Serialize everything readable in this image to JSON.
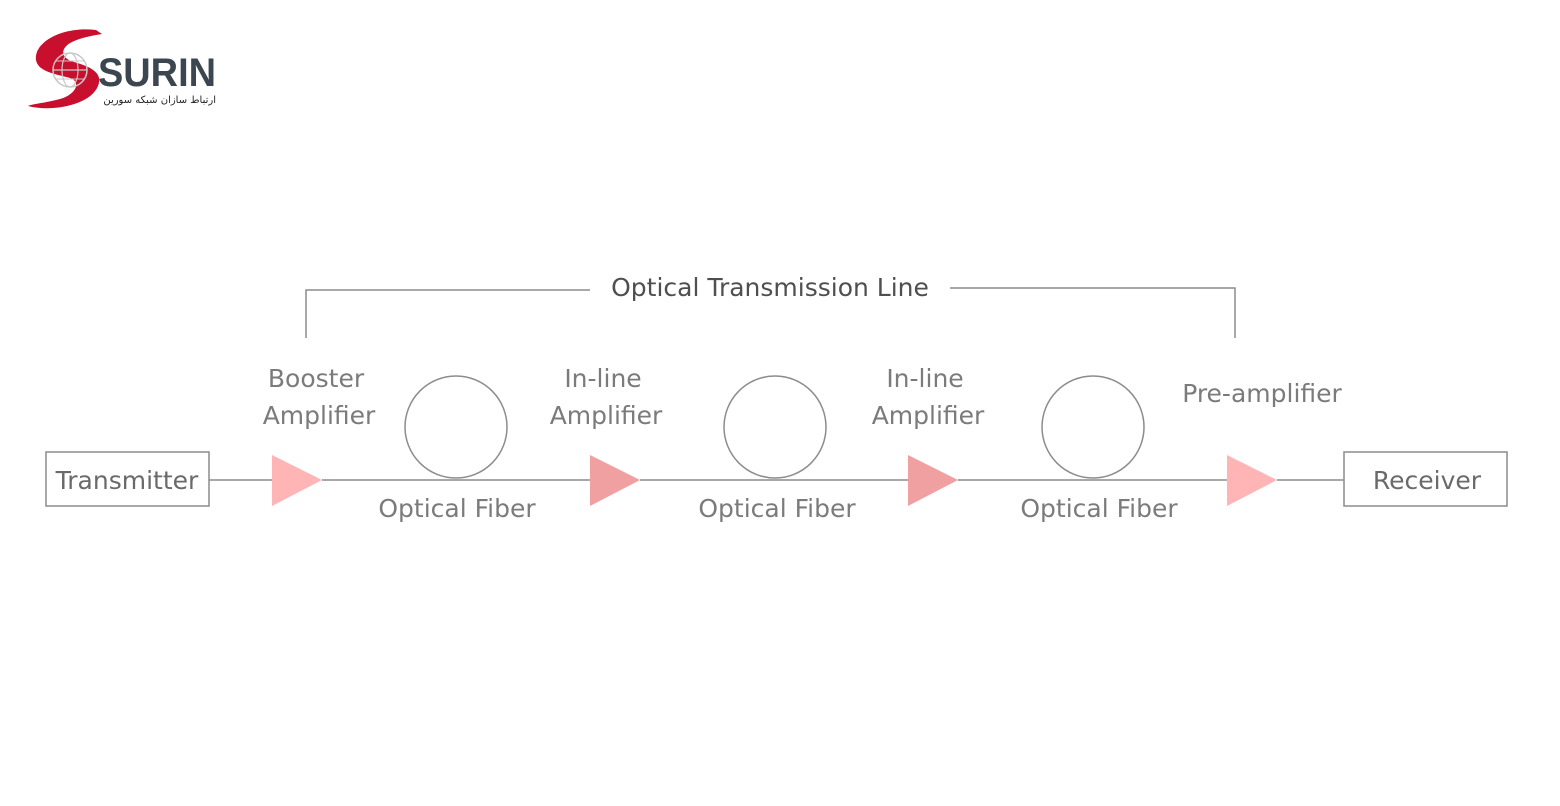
{
  "logo": {
    "brand_name": "SURIN",
    "tagline": "ارتباط سازان شبکه سورین"
  },
  "diagram": {
    "title": "Optical Transmission Line",
    "transmitter": "Transmitter",
    "receiver": "Receiver",
    "amplifiers": [
      {
        "line1": "Booster",
        "line2": "Amplifier"
      },
      {
        "line1": "In-line",
        "line2": "Amplifier"
      },
      {
        "line1": "In-line",
        "line2": "Amplifier"
      },
      {
        "line1": "Pre-amplifier",
        "line2": ""
      }
    ],
    "fibers": [
      "Optical Fiber",
      "Optical Fiber",
      "Optical Fiber"
    ]
  },
  "colors": {
    "line": "#8c8c8c",
    "amplifier_light": "#ffb5b5",
    "amplifier_dark": "#f0a0a0",
    "logo_red": "#c8102e",
    "logo_text": "#3c4650"
  }
}
